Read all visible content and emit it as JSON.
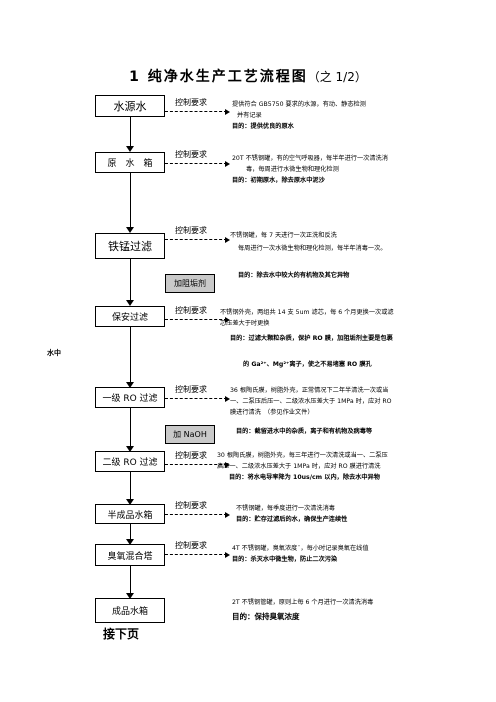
{
  "title": {
    "main": "1 纯净水生产工艺流程图",
    "sub": "（之 1/2）"
  },
  "control_label": "控制要求",
  "steps": [
    {
      "name": "水源水",
      "lines": [
        "提供符合 GB5750 要求的水源，有动、静态检测",
        "并有记录"
      ],
      "goal": "目的：提供优良的原水"
    },
    {
      "name": "原　水　箱",
      "lines": [
        "20T 不锈钢罐，有的空气呼吸器，每半年进行一次清洗消",
        "毒，每周进行水微生物和理化检测"
      ],
      "goal": "目的：初期原水，除去原水中泥沙"
    },
    {
      "name": "铁锰过滤",
      "lines": [
        "不锈钢罐，每 7 天进行一次正洗和反洗",
        "每周进行一次水微生物和理化检测，每半年消毒一次。"
      ],
      "goal": "目的：除去水中较大的有机物及其它异物"
    },
    {
      "name": "保安过滤",
      "lines": [
        "不锈钢外壳，两组共 14 支 5um 滤芯，每 6 个月更换一次或滤",
        "芯压差大于时更换"
      ],
      "goal": "目的：过滤大颗粒杂质，保护 RO 膜，加阻垢剂主要是包裹",
      "goal2": "的 Ga²⁺、Mg²⁺离子，使之不易堵塞 RO 膜孔"
    },
    {
      "name": "一级 RO 过滤",
      "lines": [
        "36 根陶氏膜，树脂外壳，正常情况下二年半清洗一次或当",
        "一、二泵压后压一、二级浓水压差大于 1MPa 时，应对 RO",
        "膜进行清洗　（参见作业文件）"
      ],
      "goal": "目的：截留进水中的杂质，离子和有机物及病毒等"
    },
    {
      "name": "二级 RO 过滤",
      "lines": [
        "30 根陶氏膜，树脂外壳，每三年进行一次清洗或当一、二泵压",
        "启压一、二级浓水压差大于 1MPa 时，应对 RO 膜进行清洗"
      ],
      "goal": "目的：将水电导率降为 10us/cm 以内，除去水中异物"
    },
    {
      "name": "半成品水箱",
      "lines": [
        "不锈钢罐，每季度进行一次清洗消毒"
      ],
      "goal": "目的：贮存过滤后的水，确保生产连续性"
    },
    {
      "name": "臭氧混合塔",
      "lines": [
        "4T 不锈钢罐，臭氧浓度¨，每小时记录臭氧在线值"
      ],
      "goal": "目的：杀灭水中微生物，防止二次污染"
    },
    {
      "name": "成品水箱",
      "lines": [
        "2T 不锈钢管罐，原则上每 6 个月进行一次清洗消毒"
      ],
      "goal": "目的：保持臭氧浓度"
    }
  ],
  "additives": [
    "加阻垢剂",
    "加 NaOH"
  ],
  "side_note": "水中",
  "footer": "接下页"
}
